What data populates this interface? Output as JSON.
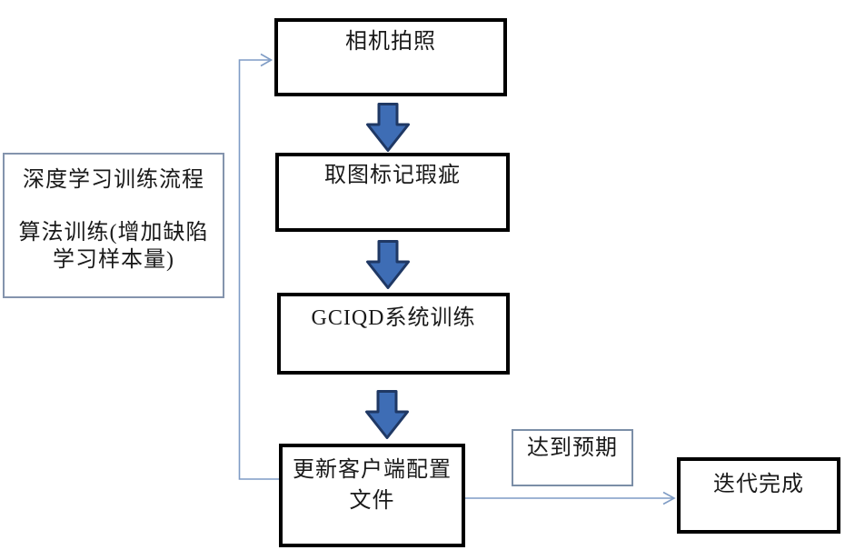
{
  "boxes": {
    "camera": {
      "label": "相机拍照"
    },
    "mark": {
      "label": "取图标记瑕疵"
    },
    "train": {
      "label": "GCIQD系统训练"
    },
    "update": {
      "lines": [
        "更新客户端配置",
        "文件"
      ]
    },
    "done": {
      "label": "迭代完成"
    },
    "expect": {
      "label": "达到预期"
    },
    "process_note": {
      "lines": [
        "深度学习训练流程",
        "算法训练(增加缺陷",
        "学习样本量)"
      ]
    }
  },
  "icons": {
    "down_block_arrow": "down-block-arrow",
    "arrowhead": "open-chevron-right"
  },
  "colors": {
    "background": "#ffffff",
    "box_border": "#000000",
    "text": "#1a1a1a",
    "block_arrow_fill": "#3e6db5",
    "block_arrow_stroke": "#1f3864",
    "connector": "#7f9cc5",
    "note_border": "#8494ad",
    "expect_border": "#7b8ea7"
  }
}
